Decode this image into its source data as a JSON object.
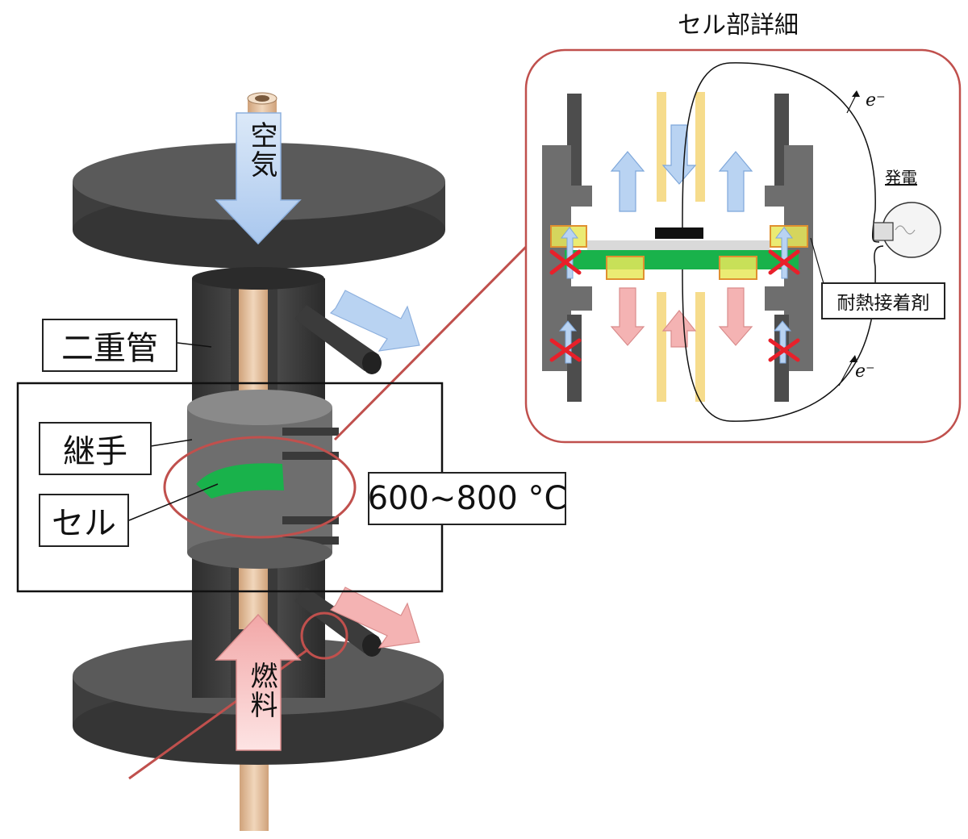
{
  "detail_title": "セル部詳細",
  "labels": {
    "air": "空気",
    "fuel": "燃料",
    "double_tube": "二重管",
    "joint": "継手",
    "cell": "セル",
    "temperature": "600~800 °C",
    "adhesive": "耐熱接着剤",
    "power_generation": "発電",
    "electron_top": "e⁻",
    "electron_bottom": "e⁻"
  },
  "colors": {
    "air_flow": "#b9d3f2",
    "fuel_flow": "#f4b3b3",
    "cell": "#19b24b",
    "adhesive": "#e8e85a",
    "electrode_strip": "#f6dc8c",
    "detail_frame": "#c0504d",
    "apparatus": "#4d4d4d",
    "inner_tube": "#e8c7a6",
    "seal_fail": "#e8202a"
  }
}
